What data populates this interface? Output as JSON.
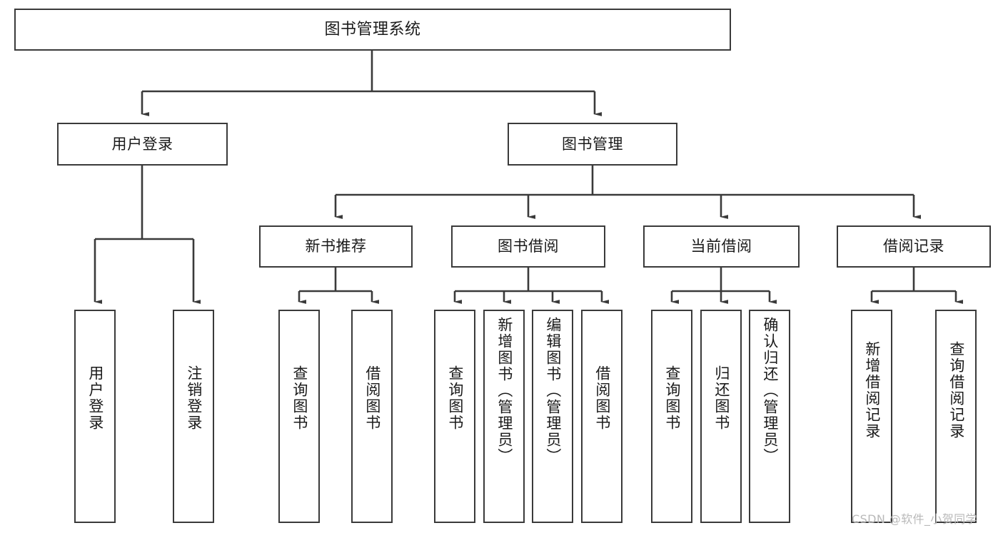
{
  "diagram": {
    "title": "图书管理系统",
    "type": "tree-hierarchy",
    "watermark": "CSDN @软件_小贺同学",
    "colors": {
      "stroke": "#3a3a3a",
      "fill": "#ffffff",
      "text": "#1a1a1a",
      "watermark": "#b9b9b9"
    }
  },
  "nodes": {
    "root": {
      "label": "图书管理系统"
    },
    "level2": [
      {
        "label": "用户登录"
      },
      {
        "label": "图书管理"
      }
    ],
    "level3": [
      {
        "label": "新书推荐"
      },
      {
        "label": "图书借阅"
      },
      {
        "label": "当前借阅"
      },
      {
        "label": "借阅记录"
      }
    ],
    "leaves": [
      {
        "label": "用户登录",
        "parent": "用户登录"
      },
      {
        "label": "注销登录",
        "parent": "用户登录"
      },
      {
        "label": "查询图书",
        "parent": "新书推荐"
      },
      {
        "label": "借阅图书",
        "parent": "新书推荐"
      },
      {
        "label": "查询图书",
        "parent": "图书借阅"
      },
      {
        "label": "新增图书（管理员）",
        "parent": "图书借阅"
      },
      {
        "label": "编辑图书（管理员）",
        "parent": "图书借阅"
      },
      {
        "label": "借阅图书",
        "parent": "图书借阅"
      },
      {
        "label": "查询图书",
        "parent": "当前借阅"
      },
      {
        "label": "归还图书",
        "parent": "当前借阅"
      },
      {
        "label": "确认归还（管理员）",
        "parent": "当前借阅"
      },
      {
        "label": "新增借阅记录",
        "parent": "借阅记录"
      },
      {
        "label": "查询借阅记录",
        "parent": "借阅记录"
      }
    ]
  }
}
